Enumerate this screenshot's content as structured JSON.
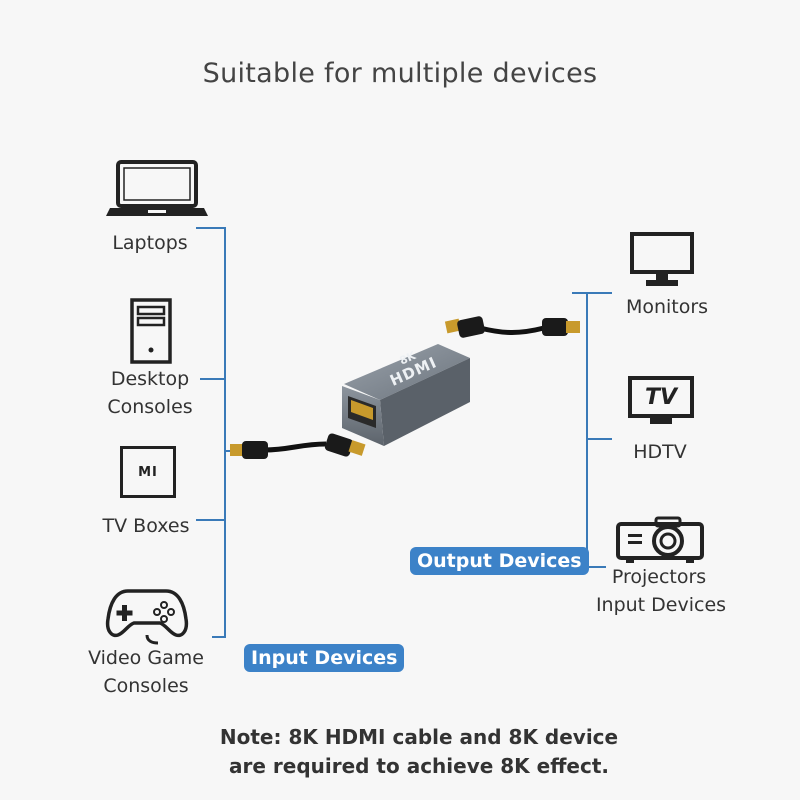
{
  "title": "Suitable for multiple devices",
  "input_devices": [
    {
      "name": "Laptops",
      "icon": "laptop-icon"
    },
    {
      "name": "Desktop\nConsoles",
      "line1": "Desktop",
      "line2": "Consoles",
      "icon": "desktop-tower-icon"
    },
    {
      "name": "TV Boxes",
      "icon": "tv-box-icon",
      "icon_text": "MI"
    },
    {
      "name": "Video Game Consoles",
      "line1": "Video Game",
      "line2": "Consoles",
      "icon": "gamepad-icon"
    }
  ],
  "output_devices": [
    {
      "name": "Monitors",
      "icon": "monitor-icon"
    },
    {
      "name": "HDTV",
      "icon": "tv-icon",
      "icon_text": "TV"
    },
    {
      "name": "Projectors",
      "icon": "projector-icon"
    }
  ],
  "input_badge": "Input Devices",
  "output_badge": "Output Devices",
  "extra_label": "Input Devices",
  "adapter": {
    "text_top": "8K",
    "text_bottom": "HDMI"
  },
  "note": {
    "line1": "Note: 8K HDMI cable and 8K device",
    "line2": "are required to achieve 8K effect."
  },
  "colors": {
    "accent": "#3c82c8",
    "line": "#3a7ab8",
    "icon": "#222222",
    "gold": "#c89a2c"
  }
}
